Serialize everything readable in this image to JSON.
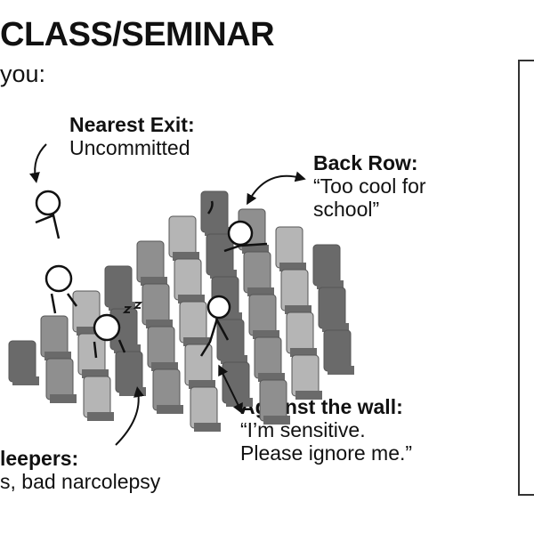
{
  "header": {
    "title": "CLASS/SEMINAR",
    "subtitle": "you:"
  },
  "labels": {
    "nearest_exit": {
      "heading": "Nearest Exit:",
      "line1": "Uncommitted"
    },
    "back_row": {
      "heading": "Back Row:",
      "line1": "“Too cool for",
      "line2": "school”"
    },
    "against_wall": {
      "heading": "Against the wall:",
      "line1": "“I’m sensitive.",
      "line2": "Please ignore me.”"
    },
    "sleepers": {
      "heading": "leepers:",
      "line1": "s, bad narcolepsy"
    }
  },
  "colors": {
    "seat_light": "#b5b5b5",
    "seat_mid": "#8f8f8f",
    "seat_dark": "#6a6a6a",
    "ink": "#111111"
  }
}
